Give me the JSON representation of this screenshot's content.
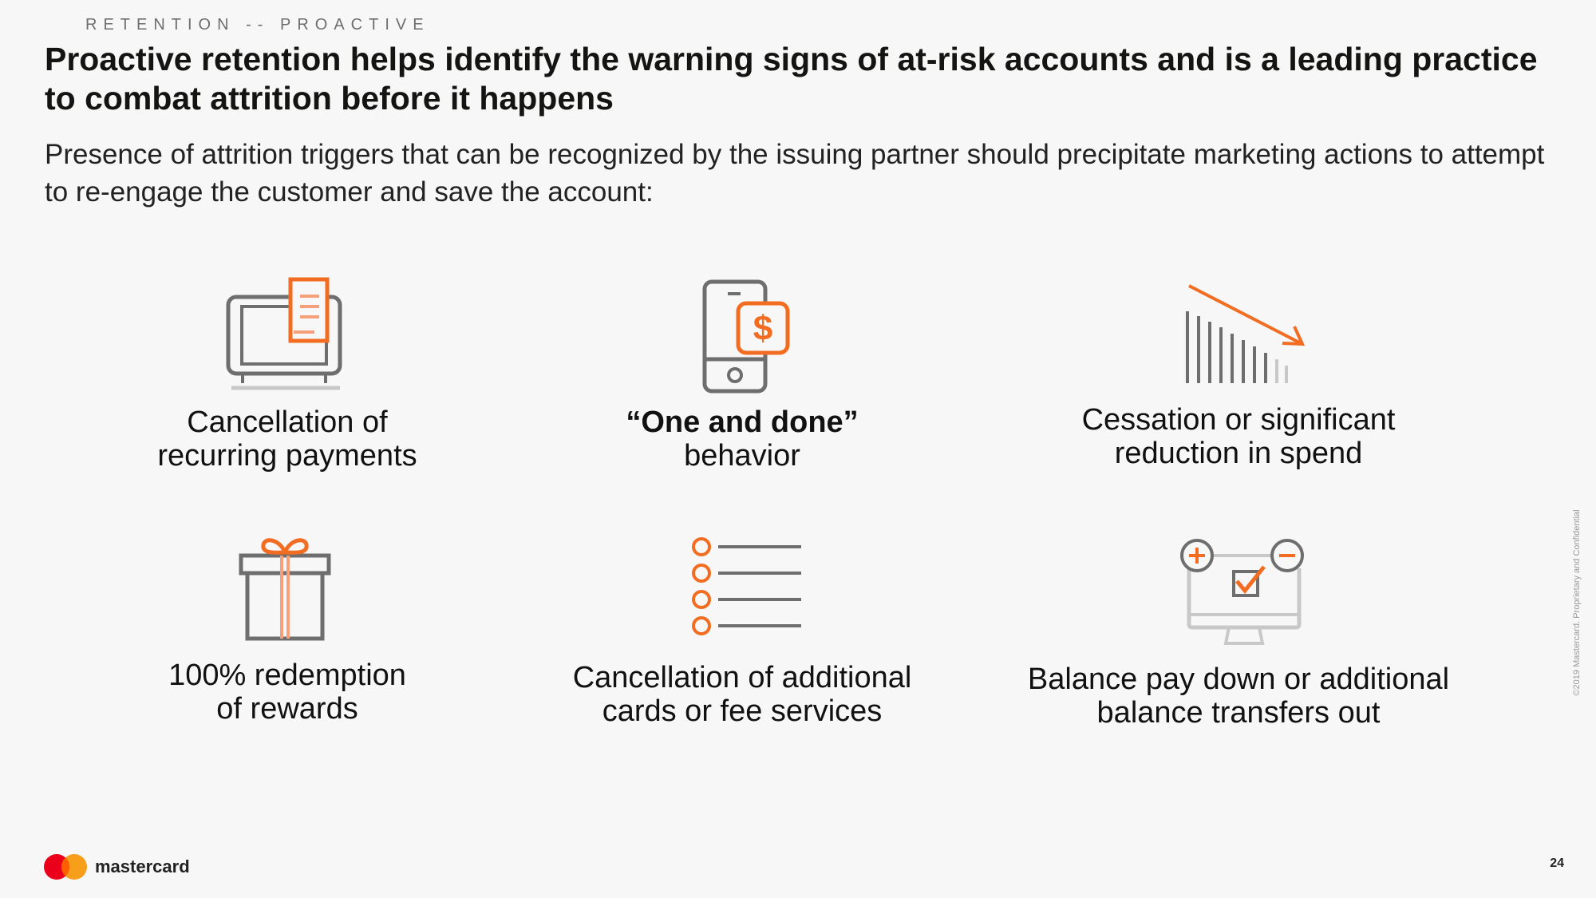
{
  "header": {
    "eyebrow": "RETENTION -- PROACTIVE",
    "title": "Proactive retention helps identify the warning signs of at-risk accounts and is a leading practice to combat attrition before it happens",
    "subtitle": "Presence of attrition triggers that can be recognized by the issuing partner should precipitate marketing actions to attempt to re-engage the customer and save the account:"
  },
  "triggers": [
    {
      "icon": "payment-terminal-icon",
      "line1": "Cancellation of",
      "line2": "recurring payments"
    },
    {
      "icon": "mobile-payment-icon",
      "line1": "“One and done”",
      "line2": "behavior"
    },
    {
      "icon": "declining-bars-icon",
      "line1": "Cessation or significant",
      "line2": "reduction in spend"
    },
    {
      "icon": "gift-box-icon",
      "line1": "100% redemption",
      "line2": "of rewards"
    },
    {
      "icon": "checklist-icon",
      "line1": "Cancellation of additional",
      "line2": "cards or fee services"
    },
    {
      "icon": "balance-monitor-icon",
      "line1": "Balance pay down or additional",
      "line2": "balance transfers out"
    }
  ],
  "footer": {
    "brand": "mastercard",
    "copyright": "©2019 Mastercard. Proprietary and Confidential",
    "page_number": "24"
  },
  "colors": {
    "accent": "#f26d21",
    "accent_light": "#f5a07a",
    "icon_gray": "#6e6e6e",
    "icon_light_gray": "#c8c8c8",
    "mc_red": "#eb001b",
    "mc_yellow": "#f79e1b",
    "mc_overlap": "#ff5f00"
  }
}
